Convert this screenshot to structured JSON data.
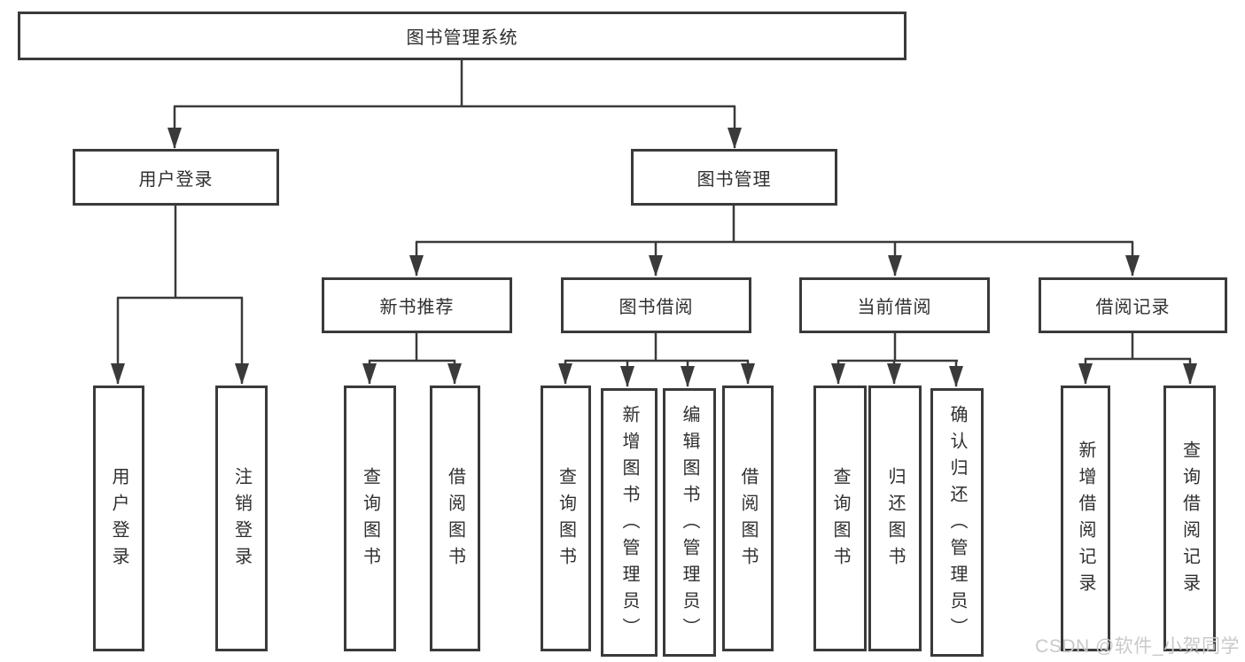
{
  "diagram": {
    "type": "hierarchy-tree",
    "title": "图书管理系统",
    "colors": {
      "line": "#3a3a3a",
      "border": "#3a3a3a",
      "text": "#2f2f2f",
      "background": "#ffffff",
      "watermark": "#c9c9c9"
    },
    "nodes": {
      "root": {
        "label": "图书管理系统"
      },
      "user_login": {
        "label": "用户登录"
      },
      "book_mgmt": {
        "label": "图书管理"
      },
      "new_book_rec": {
        "label": "新书推荐"
      },
      "book_borrow": {
        "label": "图书借阅"
      },
      "current_borrow": {
        "label": "当前借阅"
      },
      "borrow_records": {
        "label": "借阅记录"
      }
    },
    "leaves": {
      "user_login": {
        "label": "用户登录",
        "parent": "用户登录"
      },
      "logout": {
        "label": "注销登录",
        "parent": "用户登录"
      },
      "query_book_rec": {
        "label": "查询图书",
        "parent": "新书推荐"
      },
      "borrow_book_rec": {
        "label": "借阅图书",
        "parent": "新书推荐"
      },
      "query_book_borrow": {
        "label": "查询图书",
        "parent": "图书借阅"
      },
      "add_book": {
        "label": "新增图书（管理员）",
        "parent": "图书借阅"
      },
      "edit_book": {
        "label": "编辑图书（管理员）",
        "parent": "图书借阅"
      },
      "borrow_book_borrow": {
        "label": "借阅图书",
        "parent": "图书借阅"
      },
      "query_book_current": {
        "label": "查询图书",
        "parent": "当前借阅"
      },
      "return_book": {
        "label": "归还图书",
        "parent": "当前借阅"
      },
      "confirm_return": {
        "label": "确认归还（管理员）",
        "parent": "当前借阅"
      },
      "add_borrow_record": {
        "label": "新增借阅记录",
        "parent": "借阅记录"
      },
      "query_borrow_record": {
        "label": "查询借阅记录",
        "parent": "借阅记录"
      }
    }
  },
  "watermark": {
    "text": "CSDN @软件_小贺同学"
  }
}
